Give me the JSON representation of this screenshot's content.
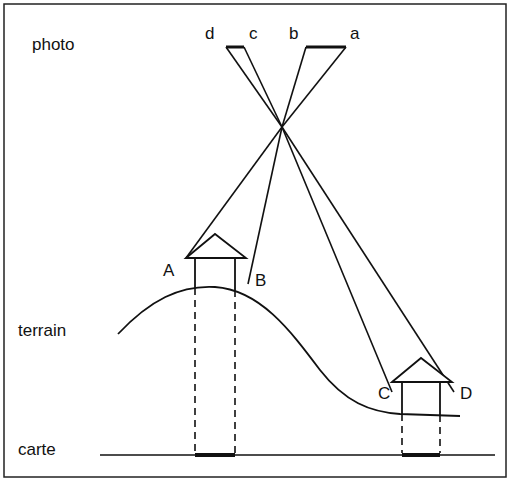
{
  "diagram": {
    "labels": [
      "photo",
      "d",
      "c",
      "b",
      "a",
      "A",
      "B",
      "terrain",
      "C",
      "D",
      "carte"
    ]
  }
}
